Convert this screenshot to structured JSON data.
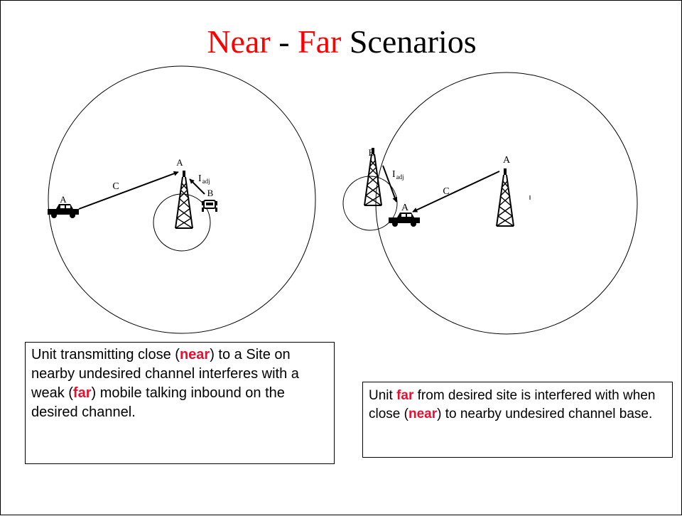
{
  "title": {
    "part1": "Near",
    "sep": " - ",
    "part2": "Far",
    "part3": " Scenarios"
  },
  "colors": {
    "title_red": "#ff0000",
    "highlight": "#e8102e",
    "line": "#000000"
  },
  "left_diagram": {
    "site_label": "A",
    "car_label": "A",
    "interferer_label": "B",
    "carrier_label": "C",
    "interference_label": "I",
    "interference_sub": "adj"
  },
  "right_diagram": {
    "undesired_site_label": "B",
    "desired_site_label": "A",
    "car_label": "A",
    "carrier_label": "C",
    "interference_label": "I",
    "interference_sub": "adj"
  },
  "left_text": {
    "s1": "Unit transmitting close (",
    "w1": "near",
    "s2": ") to a Site on nearby undesired channel interferes with a weak (",
    "w2": "far",
    "s3": ") mobile talking inbound on the desired channel."
  },
  "right_text": {
    "s1": "Unit ",
    "w1": "far",
    "s2": " from desired site is interfered with when close (",
    "w2": "near",
    "s3": ")  to nearby undesired channel base."
  }
}
